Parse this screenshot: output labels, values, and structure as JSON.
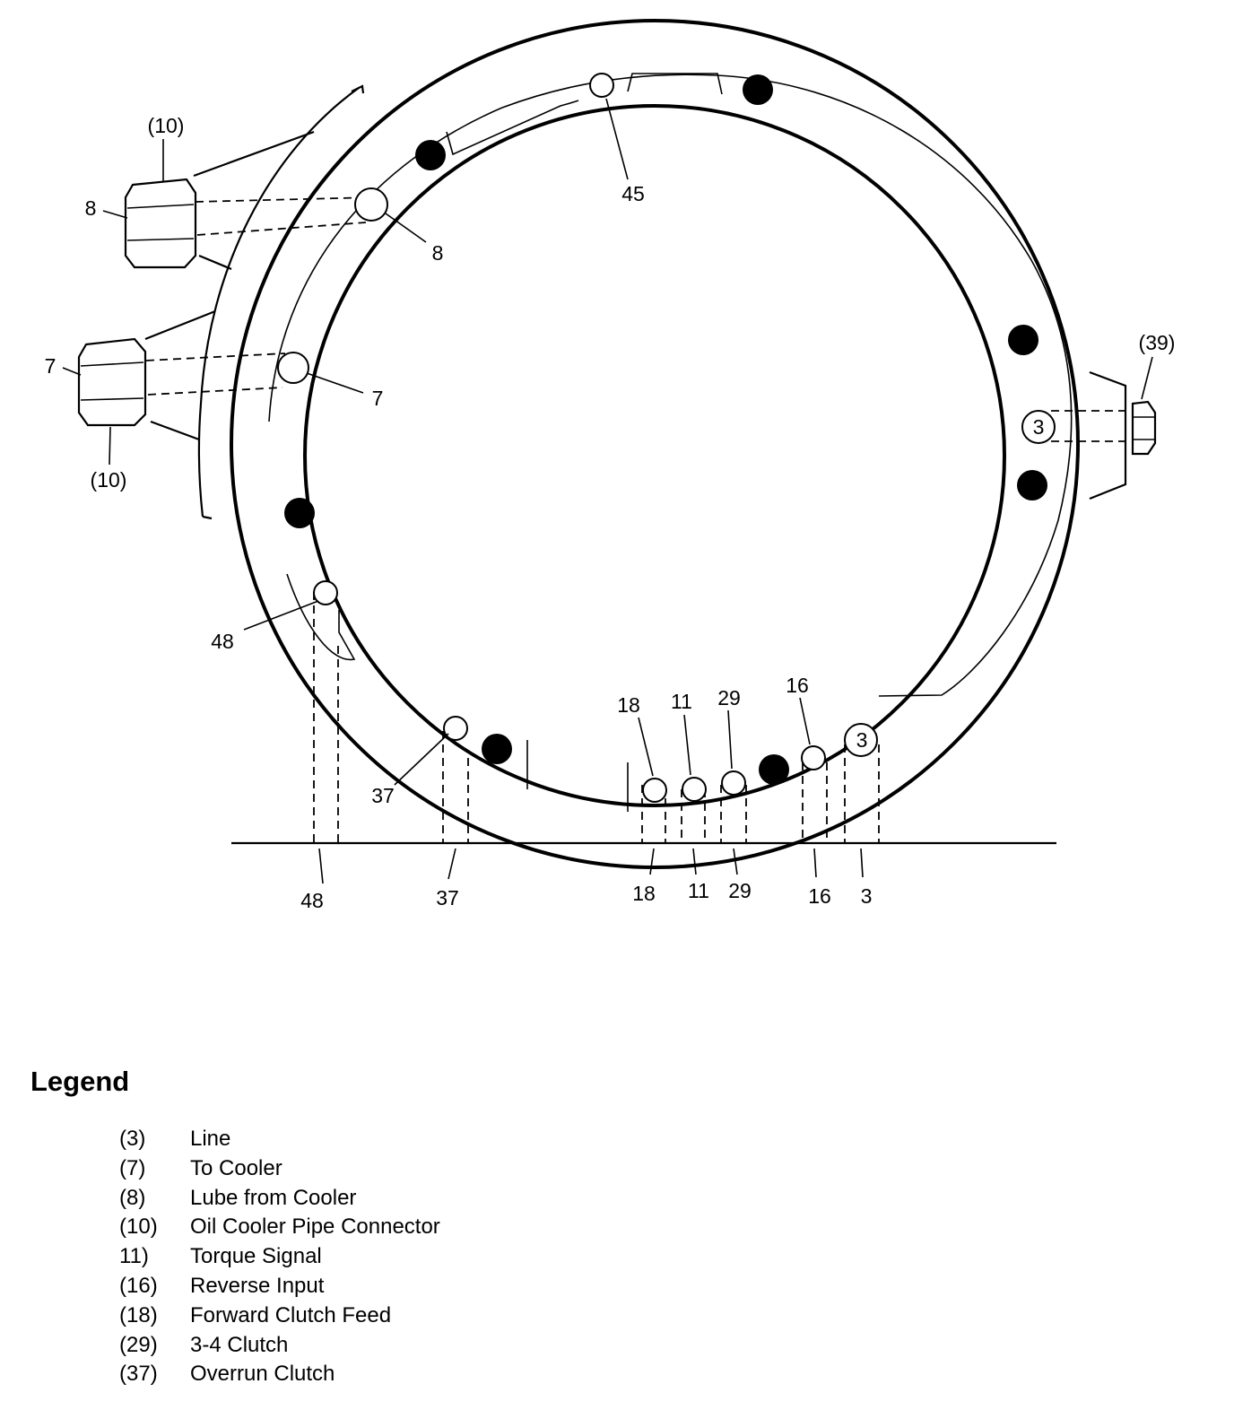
{
  "callouts": {
    "c10_top": "(10)",
    "c8_outer": "8",
    "c8_inner": "8",
    "c45": "45",
    "c7_outer": "7",
    "c7_inner": "7",
    "c10_bottom": "(10)",
    "c39": "(39)",
    "c3_port": "3",
    "c48_upper": "48",
    "c18_upper": "18",
    "c11_upper": "11",
    "c29_upper": "29",
    "c16_upper": "16",
    "c3_upper": "3",
    "c37_upper": "37",
    "c48_lower": "48",
    "c37_lower": "37",
    "c18_lower": "18",
    "c11_lower": "11",
    "c29_lower": "29",
    "c16_lower": "16",
    "c3_lower": "3"
  },
  "legend": {
    "title": "Legend",
    "items": [
      {
        "code": "(3)",
        "label": "Line"
      },
      {
        "code": "(7)",
        "label": "To Cooler"
      },
      {
        "code": "(8)",
        "label": "Lube from Cooler"
      },
      {
        "code": "(10)",
        "label": "Oil Cooler Pipe Connector"
      },
      {
        "code": "11)",
        "label": "Torque Signal"
      },
      {
        "code": "(16)",
        "label": "Reverse Input"
      },
      {
        "code": "(18)",
        "label": "Forward Clutch Feed"
      },
      {
        "code": "(29)",
        "label": "3-4 Clutch"
      },
      {
        "code": "(37)",
        "label": "Overrun Clutch"
      }
    ]
  }
}
